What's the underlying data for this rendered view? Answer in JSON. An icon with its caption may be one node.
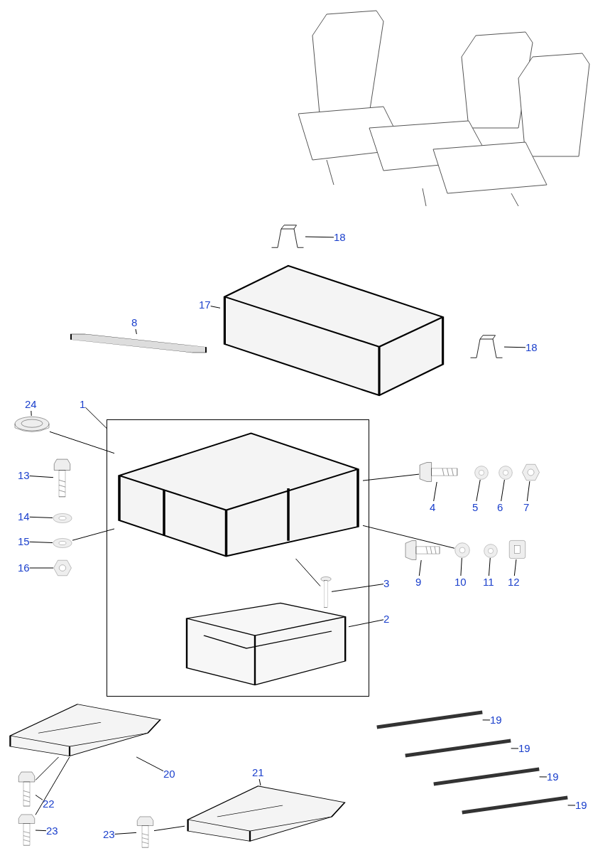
{
  "diagram": {
    "nodes": [
      {
        "text": [
          "1"
        ]
      },
      {
        "text": [],
        "shape": "box"
      },
      {
        "text": [],
        "shape": "picture",
        "in": 1
      },
      {
        "text": [
          "8"
        ]
      },
      {
        "text": [],
        "shape": "picture"
      },
      {
        "text": [
          "17"
        ]
      },
      {
        "text": [],
        "shape": "picture"
      },
      {
        "text": [
          "18"
        ]
      },
      {
        "text": [],
        "shape": "picture"
      },
      {
        "text": [
          "18"
        ]
      },
      {
        "text": [],
        "shape": "picture"
      },
      {
        "text": [
          "24"
        ]
      },
      {
        "text": [],
        "shape": "picture"
      },
      {
        "text": [
          "4"
        ]
      },
      {
        "text": [],
        "shape": "picture"
      },
      {
        "text": [
          "5"
        ]
      },
      {
        "text": [],
        "shape": "picture"
      },
      {
        "text": [
          "6"
        ]
      },
      {
        "text": [],
        "shape": "picture"
      },
      {
        "text": [
          "7"
        ]
      },
      {
        "text": [],
        "shape": "picture"
      },
      {
        "text": [
          "13"
        ]
      },
      {
        "text": [],
        "shape": "picture"
      },
      {
        "text": [
          "14"
        ]
      },
      {
        "text": [],
        "shape": "picture"
      },
      {
        "text": [
          "15"
        ]
      },
      {
        "text": [],
        "shape": "picture"
      },
      {
        "text": [
          "16"
        ]
      },
      {
        "text": [],
        "shape": "picture"
      },
      {
        "text": [
          "3"
        ]
      },
      {
        "text": [],
        "shape": "picture",
        "in": 1
      },
      {
        "text": [
          "2"
        ]
      },
      {
        "text": [],
        "shape": "picture",
        "in": 1
      },
      {
        "text": [
          "9"
        ]
      },
      {
        "text": [],
        "shape": "picture"
      },
      {
        "text": [
          "10"
        ]
      },
      {
        "text": [],
        "shape": "picture"
      },
      {
        "text": [
          "11"
        ]
      },
      {
        "text": [],
        "shape": "picture"
      },
      {
        "text": [
          "12"
        ]
      },
      {
        "text": [],
        "shape": "picture"
      },
      {
        "text": [
          "19"
        ]
      },
      {
        "text": [],
        "shape": "bar"
      },
      {
        "text": [
          "19"
        ]
      },
      {
        "text": [],
        "shape": "bar"
      },
      {
        "text": [
          "19"
        ]
      },
      {
        "text": [],
        "shape": "bar"
      },
      {
        "text": [
          "19"
        ]
      },
      {
        "text": [],
        "shape": "bar"
      },
      {
        "text": [
          "20"
        ]
      },
      {
        "text": [],
        "shape": "picture"
      },
      {
        "text": [
          "21"
        ]
      },
      {
        "text": [],
        "shape": "picture"
      },
      {
        "text": [
          "22"
        ]
      },
      {
        "text": [],
        "shape": "picture"
      },
      {
        "text": [
          "23"
        ]
      },
      {
        "text": [],
        "shape": "picture"
      },
      {
        "text": [
          "23"
        ]
      },
      {
        "text": [],
        "shape": "picture"
      }
    ],
    "edges": [
      {
        "from": 0,
        "to": 1,
        "arrow": "none"
      },
      {
        "from": 3,
        "to": 4,
        "arrow": "none"
      },
      {
        "from": 5,
        "to": 6,
        "arrow": "none"
      },
      {
        "from": 7,
        "to": 8,
        "arrow": "none"
      },
      {
        "from": 9,
        "to": 10,
        "arrow": "none"
      },
      {
        "from": 11,
        "to": 12,
        "arrow": "none"
      },
      {
        "from": 13,
        "to": 14,
        "arrow": "none"
      },
      {
        "from": 15,
        "to": 16,
        "arrow": "none"
      },
      {
        "from": 17,
        "to": 18,
        "arrow": "none"
      },
      {
        "from": 19,
        "to": 20,
        "arrow": "none"
      },
      {
        "from": 21,
        "to": 22,
        "arrow": "none"
      },
      {
        "from": 23,
        "to": 24,
        "arrow": "none"
      },
      {
        "from": 25,
        "to": 26,
        "arrow": "none"
      },
      {
        "from": 27,
        "to": 28,
        "arrow": "none"
      },
      {
        "from": 29,
        "to": 30,
        "arrow": "none"
      },
      {
        "from": 31,
        "to": 32,
        "arrow": "none"
      },
      {
        "from": 33,
        "to": 34,
        "arrow": "none"
      },
      {
        "from": 35,
        "to": 36,
        "arrow": "none"
      },
      {
        "from": 37,
        "to": 38,
        "arrow": "none"
      },
      {
        "from": 39,
        "to": 40,
        "arrow": "none"
      },
      {
        "from": 41,
        "to": 42,
        "arrow": "none"
      },
      {
        "from": 43,
        "to": 44,
        "arrow": "none"
      },
      {
        "from": 45,
        "to": 46,
        "arrow": "none"
      },
      {
        "from": 47,
        "to": 48,
        "arrow": "none"
      },
      {
        "from": 49,
        "to": 50,
        "arrow": "none"
      },
      {
        "from": 51,
        "to": 52,
        "arrow": "none"
      },
      {
        "from": 53,
        "to": 54,
        "arrow": "none"
      },
      {
        "from": 55,
        "to": 56,
        "arrow": "none"
      },
      {
        "from": 57,
        "to": 58,
        "arrow": "none"
      },
      {
        "from": 2,
        "to": 12,
        "arrow": "none"
      },
      {
        "from": 2,
        "to": 14,
        "arrow": "none"
      },
      {
        "from": 2,
        "to": 36,
        "arrow": "none"
      },
      {
        "from": 2,
        "to": 26,
        "arrow": "none"
      },
      {
        "from": 2,
        "to": 30,
        "arrow": "none"
      },
      {
        "from": 50,
        "to": 54,
        "arrow": "none"
      },
      {
        "from": 50,
        "to": 56,
        "arrow": "none"
      },
      {
        "from": 52,
        "to": 58,
        "arrow": "none"
      }
    ]
  }
}
